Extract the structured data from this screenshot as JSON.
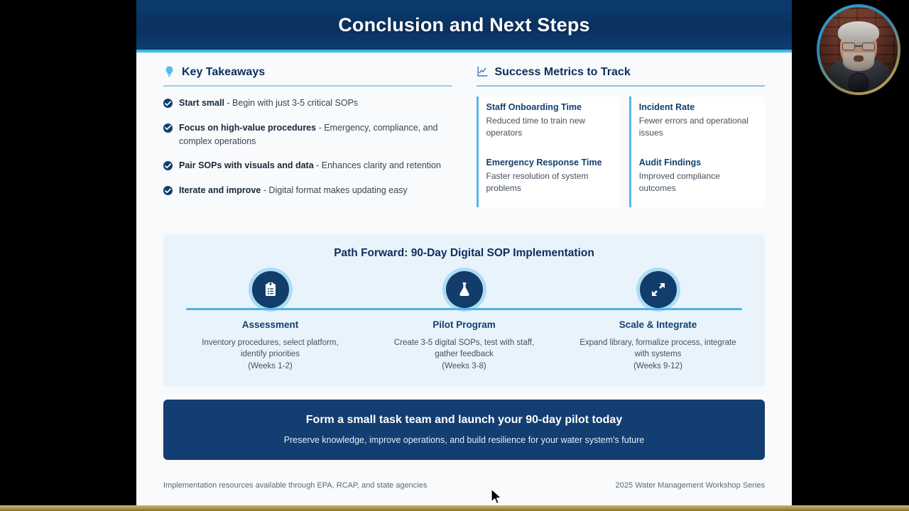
{
  "slide": {
    "title": "Conclusion and Next Steps",
    "takeaways_section": {
      "icon": "lightbulb-icon",
      "heading": "Key Takeaways",
      "items": [
        {
          "lead": "Start small",
          "rest": " - Begin with just 3-5 critical SOPs"
        },
        {
          "lead": "Focus on high-value procedures",
          "rest": " - Emergency, compliance, and complex operations"
        },
        {
          "lead": "Pair SOPs with visuals and data",
          "rest": " - Enhances clarity and retention"
        },
        {
          "lead": "Iterate and improve",
          "rest": " - Digital format makes updating easy"
        }
      ]
    },
    "metrics_section": {
      "icon": "line-chart-icon",
      "heading": "Success Metrics to Track",
      "cards": [
        {
          "title": "Staff Onboarding Time",
          "desc": "Reduced time to train new operators"
        },
        {
          "title": "Incident Rate",
          "desc": "Fewer errors and operational issues"
        },
        {
          "title": "Emergency Response Time",
          "desc": "Faster resolution of system problems"
        },
        {
          "title": "Audit Findings",
          "desc": "Improved compliance outcomes"
        }
      ]
    },
    "timeline": {
      "title": "Path Forward: 90-Day Digital SOP Implementation",
      "steps": [
        {
          "icon": "clipboard-list-icon",
          "label": "Assessment",
          "desc": "Inventory procedures, select platform, identify priorities",
          "weeks": "(Weeks 1-2)"
        },
        {
          "icon": "flask-icon",
          "label": "Pilot Program",
          "desc": "Create 3-5 digital SOPs, test with staff, gather feedback",
          "weeks": "(Weeks 3-8)"
        },
        {
          "icon": "expand-arrows-icon",
          "label": "Scale & Integrate",
          "desc": "Expand library, formalize process, integrate with systems",
          "weeks": "(Weeks 9-12)"
        }
      ]
    },
    "cta": {
      "headline": "Form a small task team and launch your 90-day pilot today",
      "subline": "Preserve knowledge, improve operations, and build resilience for your water system's future"
    },
    "footer": {
      "left": "Implementation resources available through EPA, RCAP, and state agencies",
      "right": "2025 Water Management Workshop Series"
    }
  },
  "colors": {
    "header_navy": "#0a3160",
    "accent_cyan": "#3bbdec",
    "node_navy": "#123d6b",
    "timeline_bg": "#e9f3fb",
    "cta_navy": "#133e71",
    "slide_bg": "#f8fafc"
  }
}
